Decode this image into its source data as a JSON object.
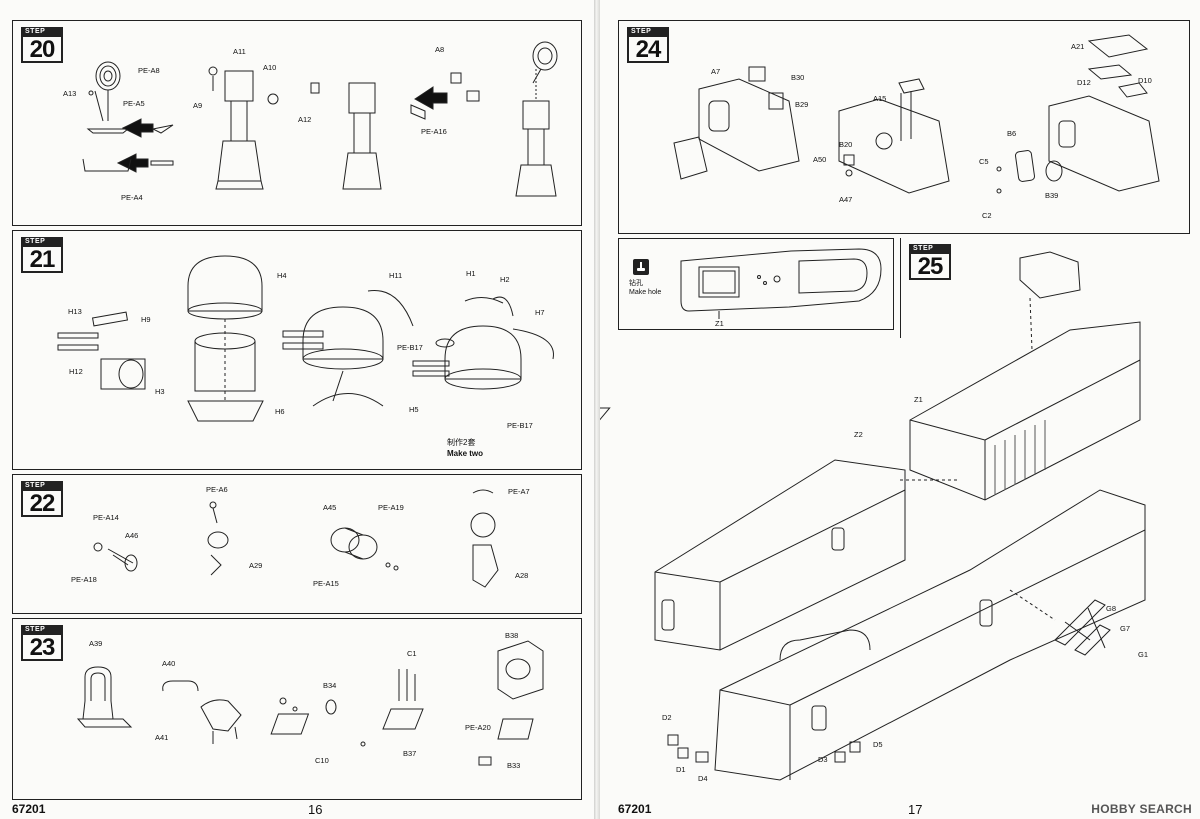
{
  "left_page": {
    "product_code": "67201",
    "page_number": "16",
    "steps": [
      {
        "step_label": "STEP",
        "number": "20",
        "parts": [
          "PE-A8",
          "A13",
          "PE-A5",
          "PE-A4",
          "A11",
          "A9",
          "A10",
          "A12",
          "A8",
          "PE-A16"
        ]
      },
      {
        "step_label": "STEP",
        "number": "21",
        "parts": [
          "H4",
          "H13",
          "H9",
          "H12",
          "H3",
          "H6",
          "H11",
          "PE-B17",
          "H5",
          "H1",
          "H2",
          "H7",
          "PE-B17"
        ],
        "note_cn": "制作2套",
        "note_en": "Make two"
      },
      {
        "step_label": "STEP",
        "number": "22",
        "parts": [
          "PE-A14",
          "A46",
          "PE-A18",
          "PE-A6",
          "A29",
          "A45",
          "PE-A19",
          "PE-A15",
          "PE-A7",
          "A28"
        ]
      },
      {
        "step_label": "STEP",
        "number": "23",
        "parts": [
          "A39",
          "A41",
          "A40",
          "B34",
          "C10",
          "C1",
          "B37",
          "B38",
          "PE-A20",
          "B33"
        ]
      }
    ]
  },
  "right_page": {
    "product_code": "67201",
    "page_number": "17",
    "watermark": "HOBBY SEARCH",
    "steps": [
      {
        "step_label": "STEP",
        "number": "24",
        "parts": [
          "A7",
          "B30",
          "B29",
          "A15",
          "B20",
          "A50",
          "A47",
          "A21",
          "D12",
          "D10",
          "B6",
          "C5",
          "C2",
          "B39"
        ]
      },
      {
        "step_label": "STEP",
        "number": "25",
        "parts": [
          "Z1",
          "Z2",
          "G8",
          "G7",
          "G1",
          "D2",
          "D1",
          "D4",
          "D3",
          "D5"
        ]
      }
    ],
    "hole_note": {
      "cn": "钻孔",
      "en": "Make hole",
      "part": "Z1"
    }
  }
}
